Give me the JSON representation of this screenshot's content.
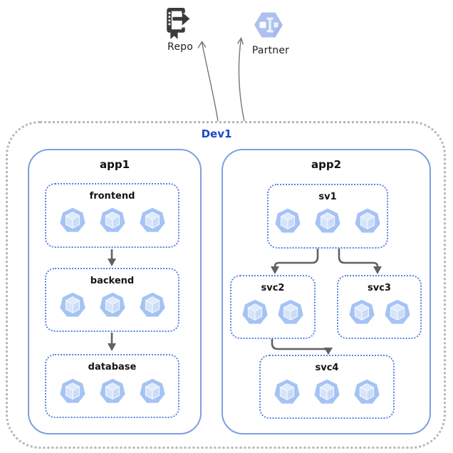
{
  "external_nodes": [
    {
      "id": "repo",
      "label": "Repo",
      "icon": "source-repository-icon"
    },
    {
      "id": "partner",
      "label": "Partner",
      "icon": "partner-hexagon-icon"
    }
  ],
  "cluster": {
    "label": "Dev1",
    "apps": [
      {
        "label": "app1",
        "services": [
          {
            "label": "frontend",
            "pod_count": 3
          },
          {
            "label": "backend",
            "pod_count": 3
          },
          {
            "label": "database",
            "pod_count": 3
          }
        ]
      },
      {
        "label": "app2",
        "services": [
          {
            "label": "sv1",
            "pod_count": 3
          },
          {
            "label": "svc2",
            "pod_count": 2
          },
          {
            "label": "svc3",
            "pod_count": 2
          },
          {
            "label": "svc4",
            "pod_count": 3
          }
        ]
      }
    ]
  },
  "edges": [
    {
      "from": "frontend",
      "to": "backend"
    },
    {
      "from": "backend",
      "to": "database"
    },
    {
      "from": "sv1",
      "to": "svc2"
    },
    {
      "from": "sv1",
      "to": "svc3"
    },
    {
      "from": "svc2",
      "to": "svc4"
    },
    {
      "from": "Dev1",
      "to": "Repo"
    },
    {
      "from": "Dev1",
      "to": "Partner"
    }
  ],
  "colors": {
    "cluster_border": "#b7b7b7",
    "cluster_label": "#1b46cb",
    "app_border": "#7d9fe0",
    "service_border": "#5585de",
    "pod_heptagon": "#a5c3f3",
    "pod_cube_top": "#dfeafd",
    "pod_cube_left": "#d6e4fb",
    "pod_cube_right": "#cbdcf9",
    "internal_arrow": "#616161",
    "external_arrow": "#757575",
    "repo_icon": "#3b3b3b",
    "partner_hexagon": "#aec1ee"
  }
}
